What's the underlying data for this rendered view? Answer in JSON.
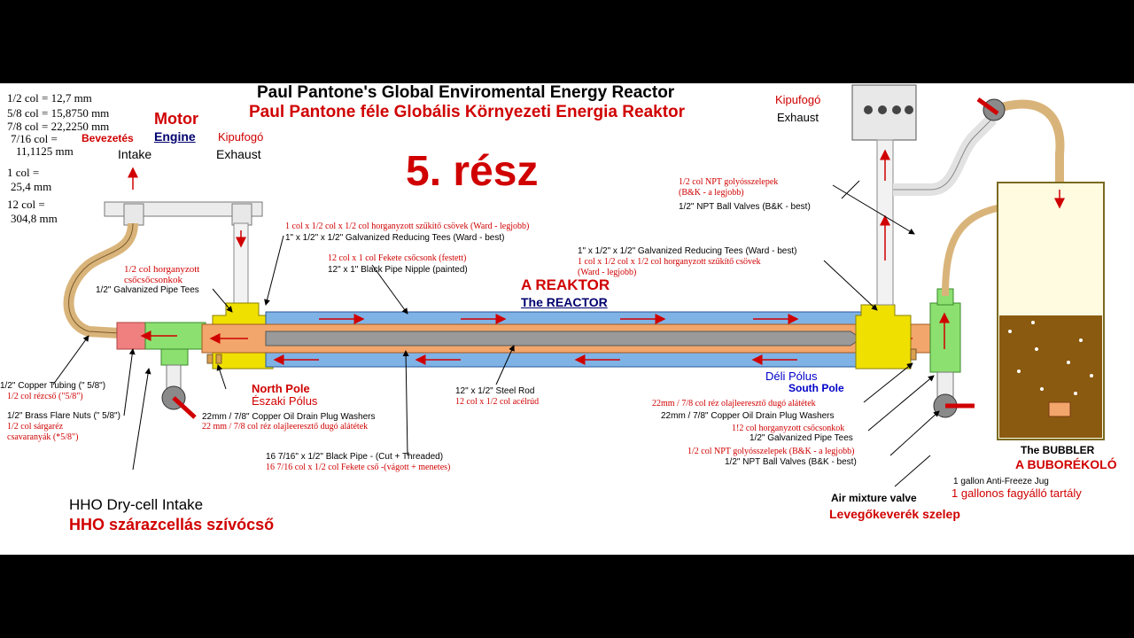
{
  "title": {
    "en": "Paul Pantone's Global Enviromental Energy Reactor",
    "hu": "Paul Pantone féle Globális Környezeti Energia Reaktor"
  },
  "part_label": "5. rész",
  "conversions": [
    "1/2 col = 12,7 mm",
    "5/8 col = 15,8750 mm",
    "7/8 col = 22,2250 mm",
    "7/16 col =",
    "11,1125 mm",
    "1 col =",
    "25,4 mm",
    "12 col =",
    "304,8 mm"
  ],
  "engine": {
    "motor": "Motor",
    "engine": "Engine",
    "bevezetes": "Bevezetés",
    "intake": "Intake",
    "kipufogo": "Kipufogó",
    "exhaust": "Exhaust"
  },
  "exhaust_box": {
    "kipufogo": "Kipufogó",
    "exhaust": "Exhaust"
  },
  "labels": {
    "reducing_tees_left_hu": "1 col x 1/2 col x 1/2 col horganyzott szűkítő csövek (Ward - legjobb)",
    "reducing_tees_left_en": "1\" x 1/2\" x 1/2\" Galvanized Reducing Tees (Ward - best)",
    "nipple_hu": "12 col x 1 col Fekete csőcsonk (festett)",
    "nipple_en": "12\" x 1\" Black Pipe Nipple (painted)",
    "pipe_tees_left_hu_1": "1/2 col horganyzott",
    "pipe_tees_left_hu_2": "csőcsőcsonkok",
    "pipe_tees_left_en": "1/2\" Galvanized Pipe Tees",
    "reactor_hu": "A REAKTOR",
    "reactor_en": "The REACTOR",
    "reducing_tees_right_en": "1\" x 1/2\" x 1/2\" Galvanized Reducing Tees (Ward - best)",
    "reducing_tees_right_hu_1": "1 col x 1/2 col x 1/2 col horganyzott szűkítő csövek",
    "reducing_tees_right_hu_2": "(Ward - legjobb)",
    "ball_valves_top_hu_1": "1/2 col NPT golyósszelepek",
    "ball_valves_top_hu_2": "(B&K - a legjobb)",
    "ball_valves_top_en": "1/2\" NPT Ball Valves (B&K - best)",
    "copper_tubing_en": "1/2\" Copper Tubing (\" 5/8\")",
    "copper_tubing_hu": "1/2 col rézcső (\"5/8\")",
    "flare_nuts_en": "1/2\" Brass Flare Nuts (\" 5/8\")",
    "flare_nuts_hu_1": "1/2 col sárgaréz",
    "flare_nuts_hu_2": "csavaranyák (*5/8\")",
    "north_pole_en": "North Pole",
    "north_pole_hu": "Északi Pólus",
    "south_pole_hu": "Déli Pólus",
    "south_pole_en": "South Pole",
    "steel_rod_en": "12\" x 1/2\" Steel Rod",
    "steel_rod_hu": "12 col x 1/2 col acélrúd",
    "washers_left_en": "22mm / 7/8\" Copper Oil Drain Plug Washers",
    "washers_left_hu": "22 mm / 7/8 col réz olajleeresztő dugó alátétek",
    "black_pipe_en": "16 7/16\" x 1/2\" Black Pipe - (Cut + Threaded)",
    "black_pipe_hu": "16 7/16 col x 1/2 col Fekete cső -(vágott + menetes)",
    "washers_right_hu": "22mm / 7/8 col réz olajleeresztő dugó alátétek",
    "washers_right_en": "22mm / 7/8\" Copper Oil Drain Plug Washers",
    "pipe_tees_right_hu": "1!2 col horganyzott csőcsonkok",
    "pipe_tees_right_en": "1/2\" Galvanized Pipe Tees",
    "ball_valves_bottom_hu": "1/2 col NPT golyósszelepek (B&K - a legjobb)",
    "ball_valves_bottom_en": "1/2\" NPT Ball Valves (B&K - best)",
    "bubbler_en": "The BUBBLER",
    "bubbler_hu": "A BUBORÉKOLÓ",
    "jug_en": "1 gallon Anti-Freeze Jug",
    "jug_hu": "1 gallonos fagyálló tartály",
    "air_valve_en": "Air mixture valve",
    "air_valve_hu": "Levegőkeverék szelep",
    "hho_en": "HHO Dry-cell Intake",
    "hho_hu": "HHO szárazcellás szívócső"
  },
  "colors": {
    "reactor_tube": "#7fb3e6",
    "black_pipe": "#f2a66b",
    "steel_rod": "#9a9a9a",
    "reducing_tee": "#f0e000",
    "pipe_tee": "#8ce070",
    "copper_tubing": "#d9b47a",
    "flare_nut": "#f08080",
    "arrow": "#d00000",
    "bubbler_liquid": "#8a5a10"
  }
}
